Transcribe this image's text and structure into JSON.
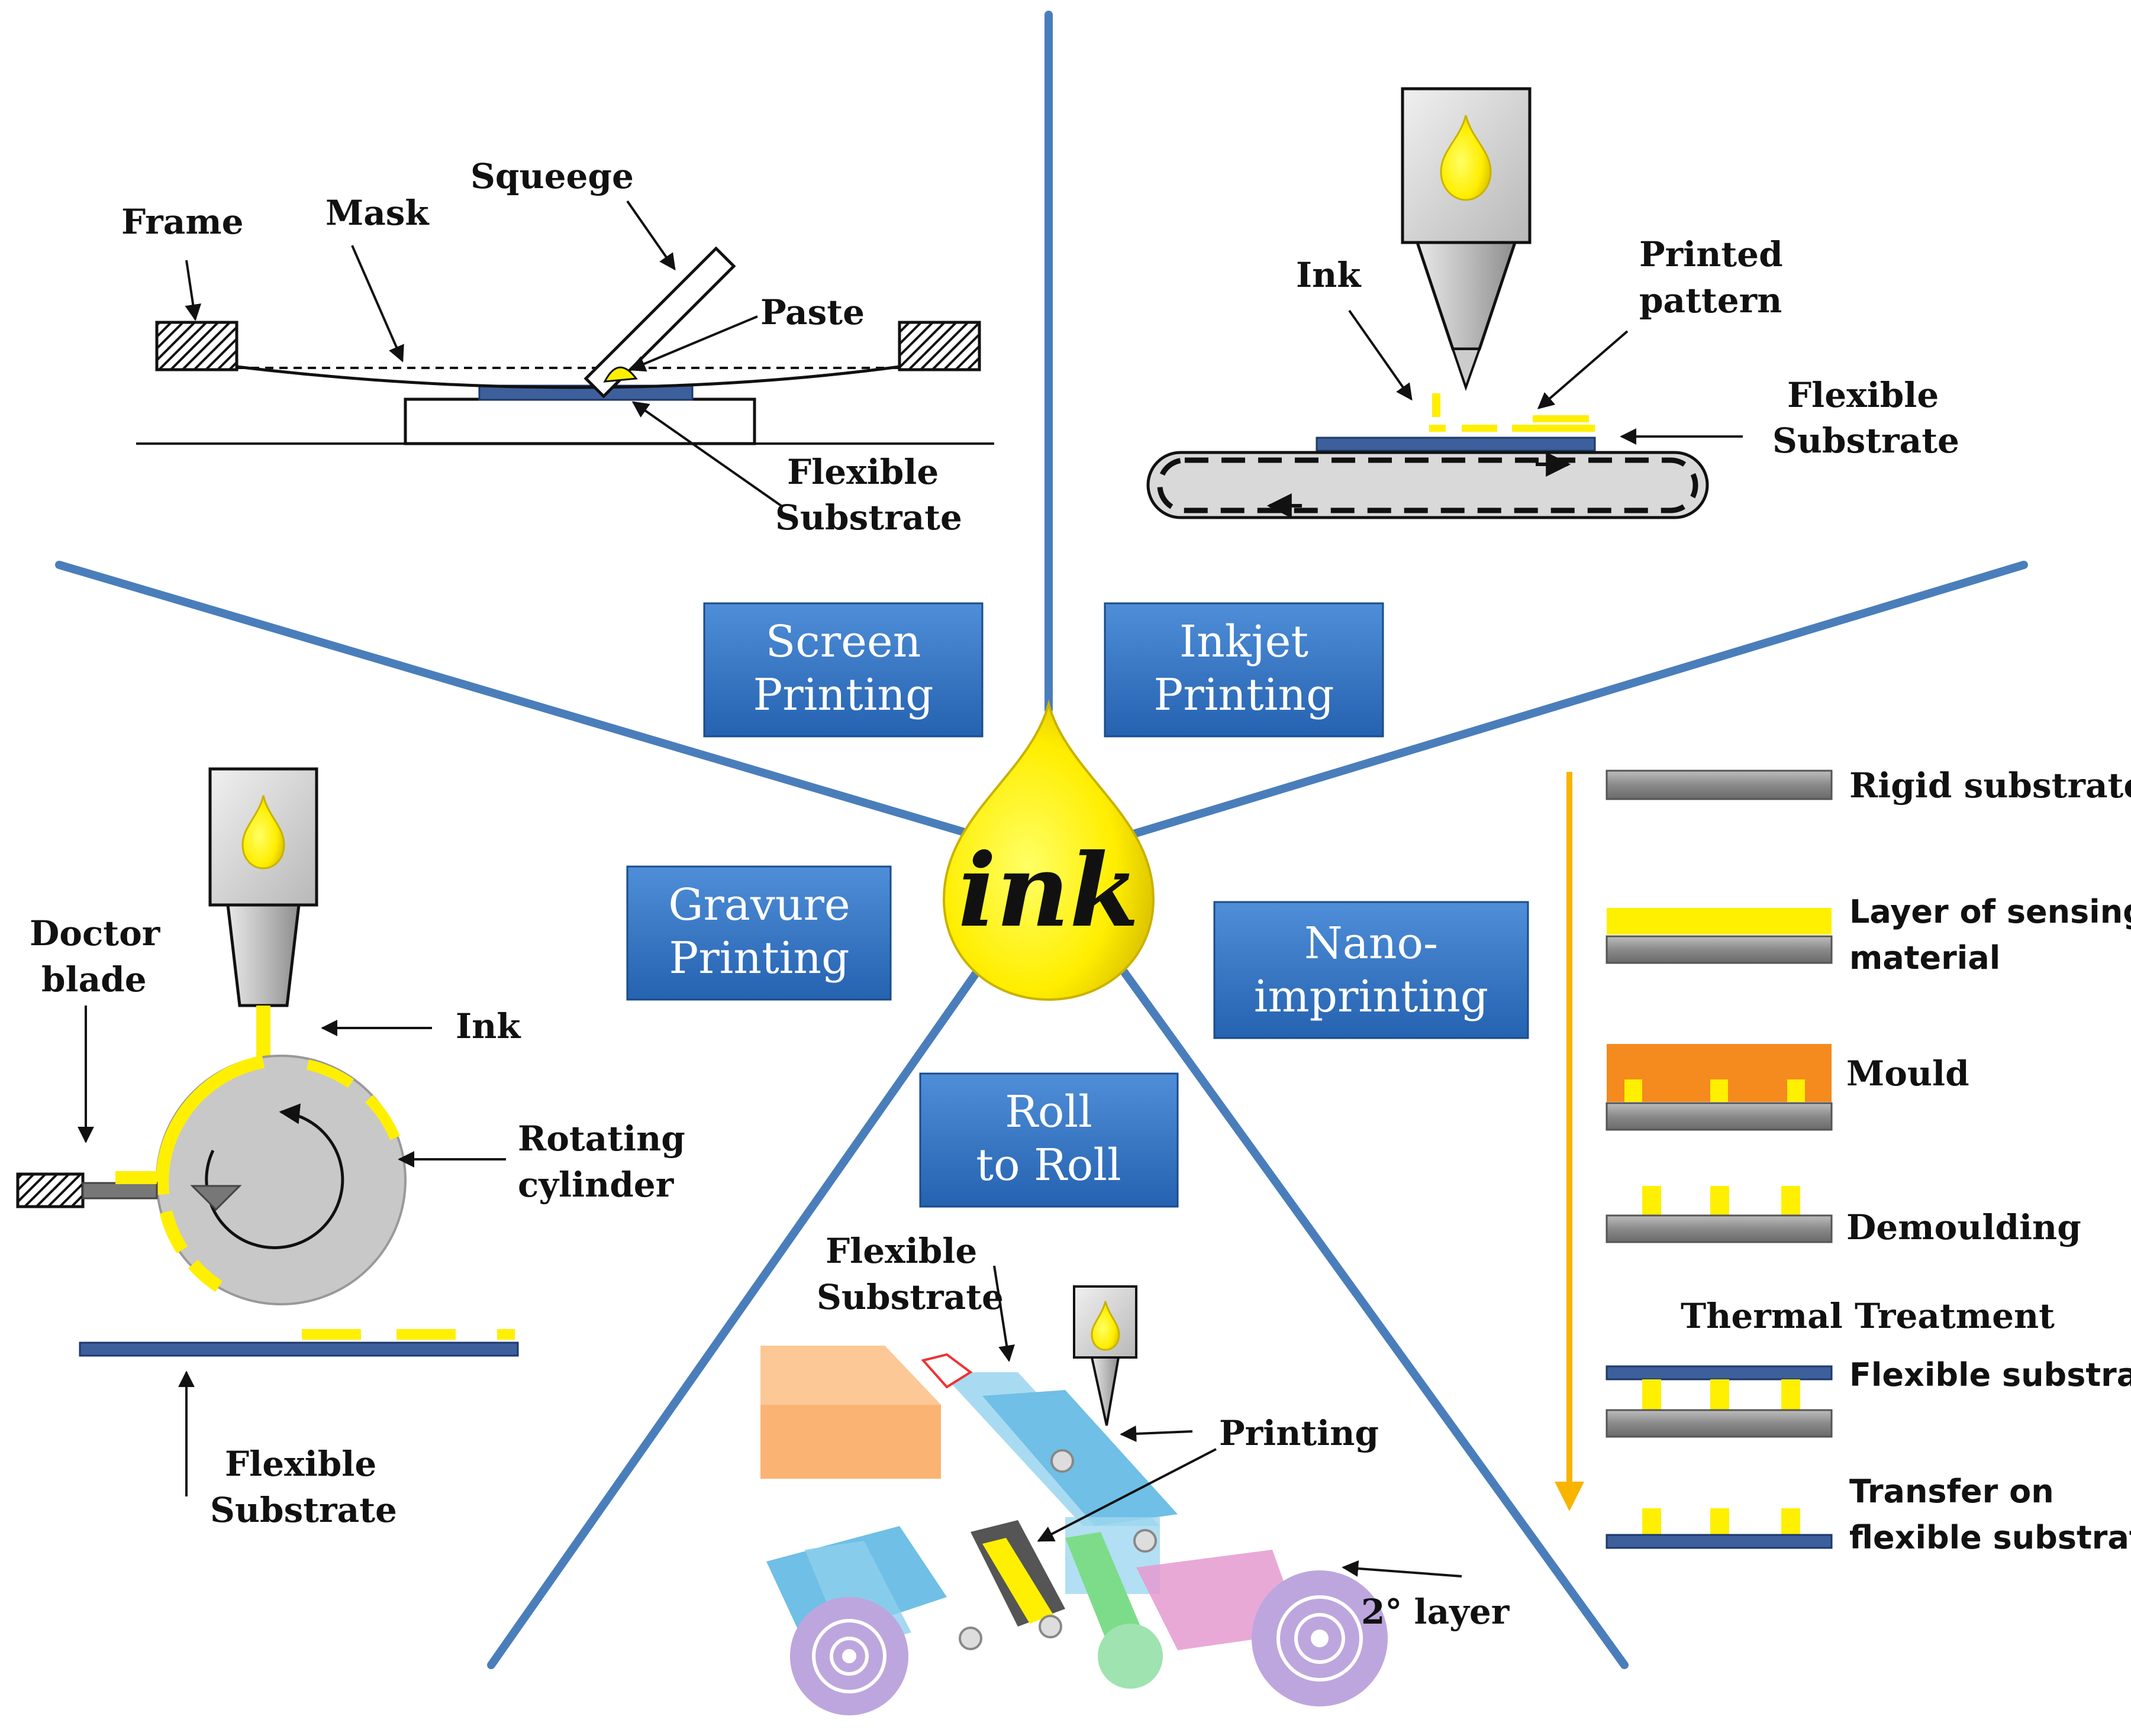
{
  "center": {
    "label": "ink"
  },
  "methods": {
    "screen": [
      "Screen",
      "Printing"
    ],
    "inkjet": [
      "Inkjet",
      "Printing"
    ],
    "gravure": [
      "Gravure",
      "Printing"
    ],
    "nano": [
      "Nano-",
      "imprinting"
    ],
    "roll": [
      "Roll",
      "to Roll"
    ]
  },
  "screen_labels": {
    "frame": "Frame",
    "mask": "Mask",
    "squeegee": "Squeege",
    "paste": "Paste",
    "substrate": [
      "Flexible",
      "Substrate"
    ]
  },
  "inkjet_labels": {
    "ink": "Ink",
    "pattern": [
      "Printed",
      "pattern"
    ],
    "substrate": [
      "Flexible",
      "Substrate"
    ]
  },
  "gravure_labels": {
    "doctor": [
      "Doctor",
      "blade"
    ],
    "ink": "Ink",
    "cylinder": [
      "Rotating",
      "cylinder"
    ],
    "substrate": [
      "Flexible",
      "Substrate"
    ]
  },
  "roll_labels": {
    "substrate": [
      "Flexible",
      "Substrate"
    ],
    "printing": "Printing",
    "layer": "2° layer"
  },
  "nano_steps": {
    "rigid": "Rigid substrate",
    "sensing": [
      "Layer of sensing",
      "material"
    ],
    "mould": "Mould",
    "demould": "Demoulding",
    "thermal": "Thermal Treatment",
    "flexible": "Flexible substrate",
    "transfer": [
      "Transfer on",
      "flexible substrate"
    ]
  },
  "colors": {
    "spoke": "#4a7ebb",
    "box": "#2f6fc0",
    "ink": "#ffef00",
    "substrate": "#3d5f9c",
    "rigid": "#8c8c8c",
    "mould": "#f58a1f",
    "arrow": "#f7b500"
  }
}
